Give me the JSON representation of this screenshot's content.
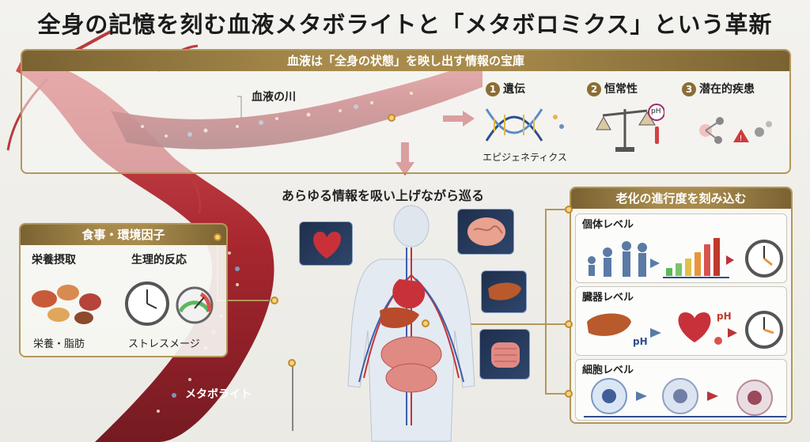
{
  "title": "全身の記憶を刻む血液メタボライトと「メタボロミクス」という革新",
  "top_panel": {
    "header": "血液は「全身の状態」を映し出す情報の宝庫",
    "river_label": "血液の川",
    "factors": [
      {
        "num": "1",
        "label": "遺伝",
        "caption": "エピジェネティクス"
      },
      {
        "num": "2",
        "label": "恒常性",
        "caption": ""
      },
      {
        "num": "3",
        "label": "潜在的疾患",
        "caption": ""
      }
    ],
    "ph_text": "pH"
  },
  "center_text": "あらゆる情報を吸い上げながら巡る",
  "left_panel": {
    "header": "食事・環境因子",
    "items": [
      {
        "label": "栄養摂取",
        "caption": "栄養・脂肪"
      },
      {
        "label": "生理的反応",
        "caption": "ストレスメージ"
      }
    ]
  },
  "metabolite_label": "メタボライト",
  "right_panel": {
    "header": "老化の進行度を刻み込む",
    "rows": [
      {
        "title": "個体レベル"
      },
      {
        "title": "臓器レベル",
        "ph1": "pH",
        "ph2": "pH"
      },
      {
        "title": "細胞レベル"
      }
    ]
  },
  "colors": {
    "gold": "#a88b4c",
    "blood": "#b3222a",
    "arrow": "#b8353a"
  }
}
